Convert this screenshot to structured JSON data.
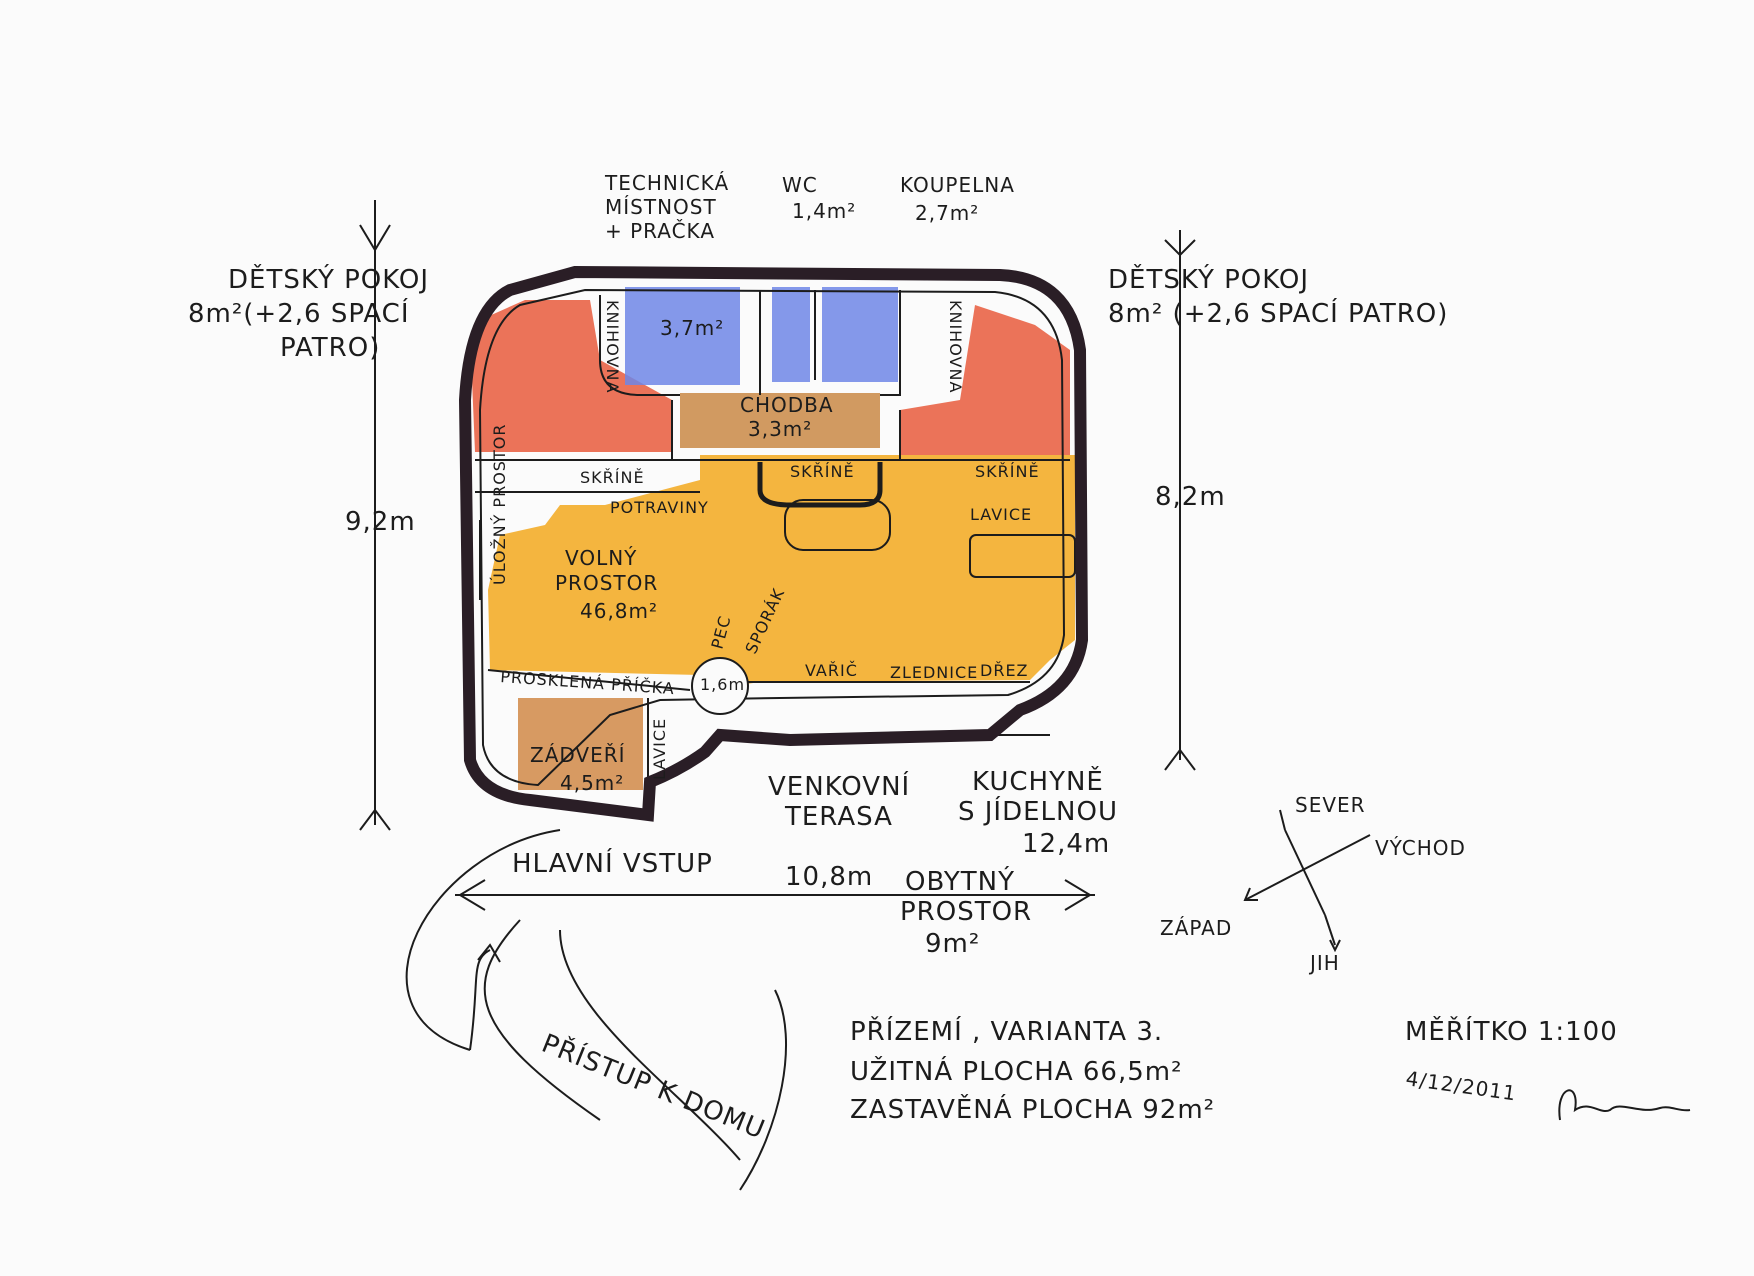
{
  "colors": {
    "child_room": "#e85a3c",
    "bathroom": "#6f86e6",
    "corridor": "#c98845",
    "living": "#f2a81d",
    "entrance": "#d08846",
    "wall": "#2a1e26"
  },
  "rooms": {
    "tech": [
      "TECHNICKÁ",
      "MÍSTNOST",
      "+ PRAČKA"
    ],
    "wc": [
      "WC",
      "1,4m²"
    ],
    "bath": [
      "KOUPELNA",
      "2,7m²"
    ],
    "tech_area": "3,7m²",
    "child_left": [
      "DĚTSKÝ POKOJ",
      "8m²(+2,6 SPACÍ",
      "PATRO)"
    ],
    "child_right": [
      "DĚTSKÝ POKOJ",
      "8m² (+2,6 SPACÍ PATRO)"
    ],
    "corridor": [
      "CHODBA",
      "3,3m²"
    ],
    "wardrobe": "SKŘÍNĚ",
    "pantry": "POTRAVINY",
    "storage": "ÚLOŽNÝ PROSTOR",
    "bench": "LAVICE",
    "library": "KNIHOVNA",
    "living": [
      "VOLNÝ",
      "PROSTOR",
      "46,8m²"
    ],
    "stove": "PEC",
    "oven": "SPORÁK",
    "glass": "PROSKLENÁ PŘÍČKA",
    "round": "1,6m",
    "cooker": "VAŘIČ",
    "counter": "ZLEDNICE",
    "sink": "DŘEZ",
    "entrance": [
      "ZÁDVEŘÍ",
      "4,5m²"
    ],
    "terrace": [
      "VENKOVNÍ",
      "TERASA"
    ],
    "kitchen": [
      "KUCHYNĚ",
      "S JÍDELNOU",
      "12,4m"
    ]
  },
  "dims": {
    "left": "9,2m",
    "right": "8,2m",
    "bottom": "10,8m"
  },
  "labels": {
    "main_entry": "HLAVNÍ VSTUP",
    "access": "PŘÍSTUP K DOMU",
    "living_space": [
      "OBYTNÝ",
      "PROSTOR",
      "9m²"
    ]
  },
  "compass": {
    "north": "SEVER",
    "east": "VÝCHOD",
    "west": "ZÁPAD",
    "south": "JIH"
  },
  "notes": {
    "line1": "PŘÍZEMÍ , VARIANTA 3.",
    "line2": "UŽITNÁ PLOCHA 66,5m²",
    "line3": "ZASTAVĚNÁ PLOCHA 92m²",
    "scale": "MĚŘÍTKO 1:100",
    "date": "4/12/2011"
  }
}
